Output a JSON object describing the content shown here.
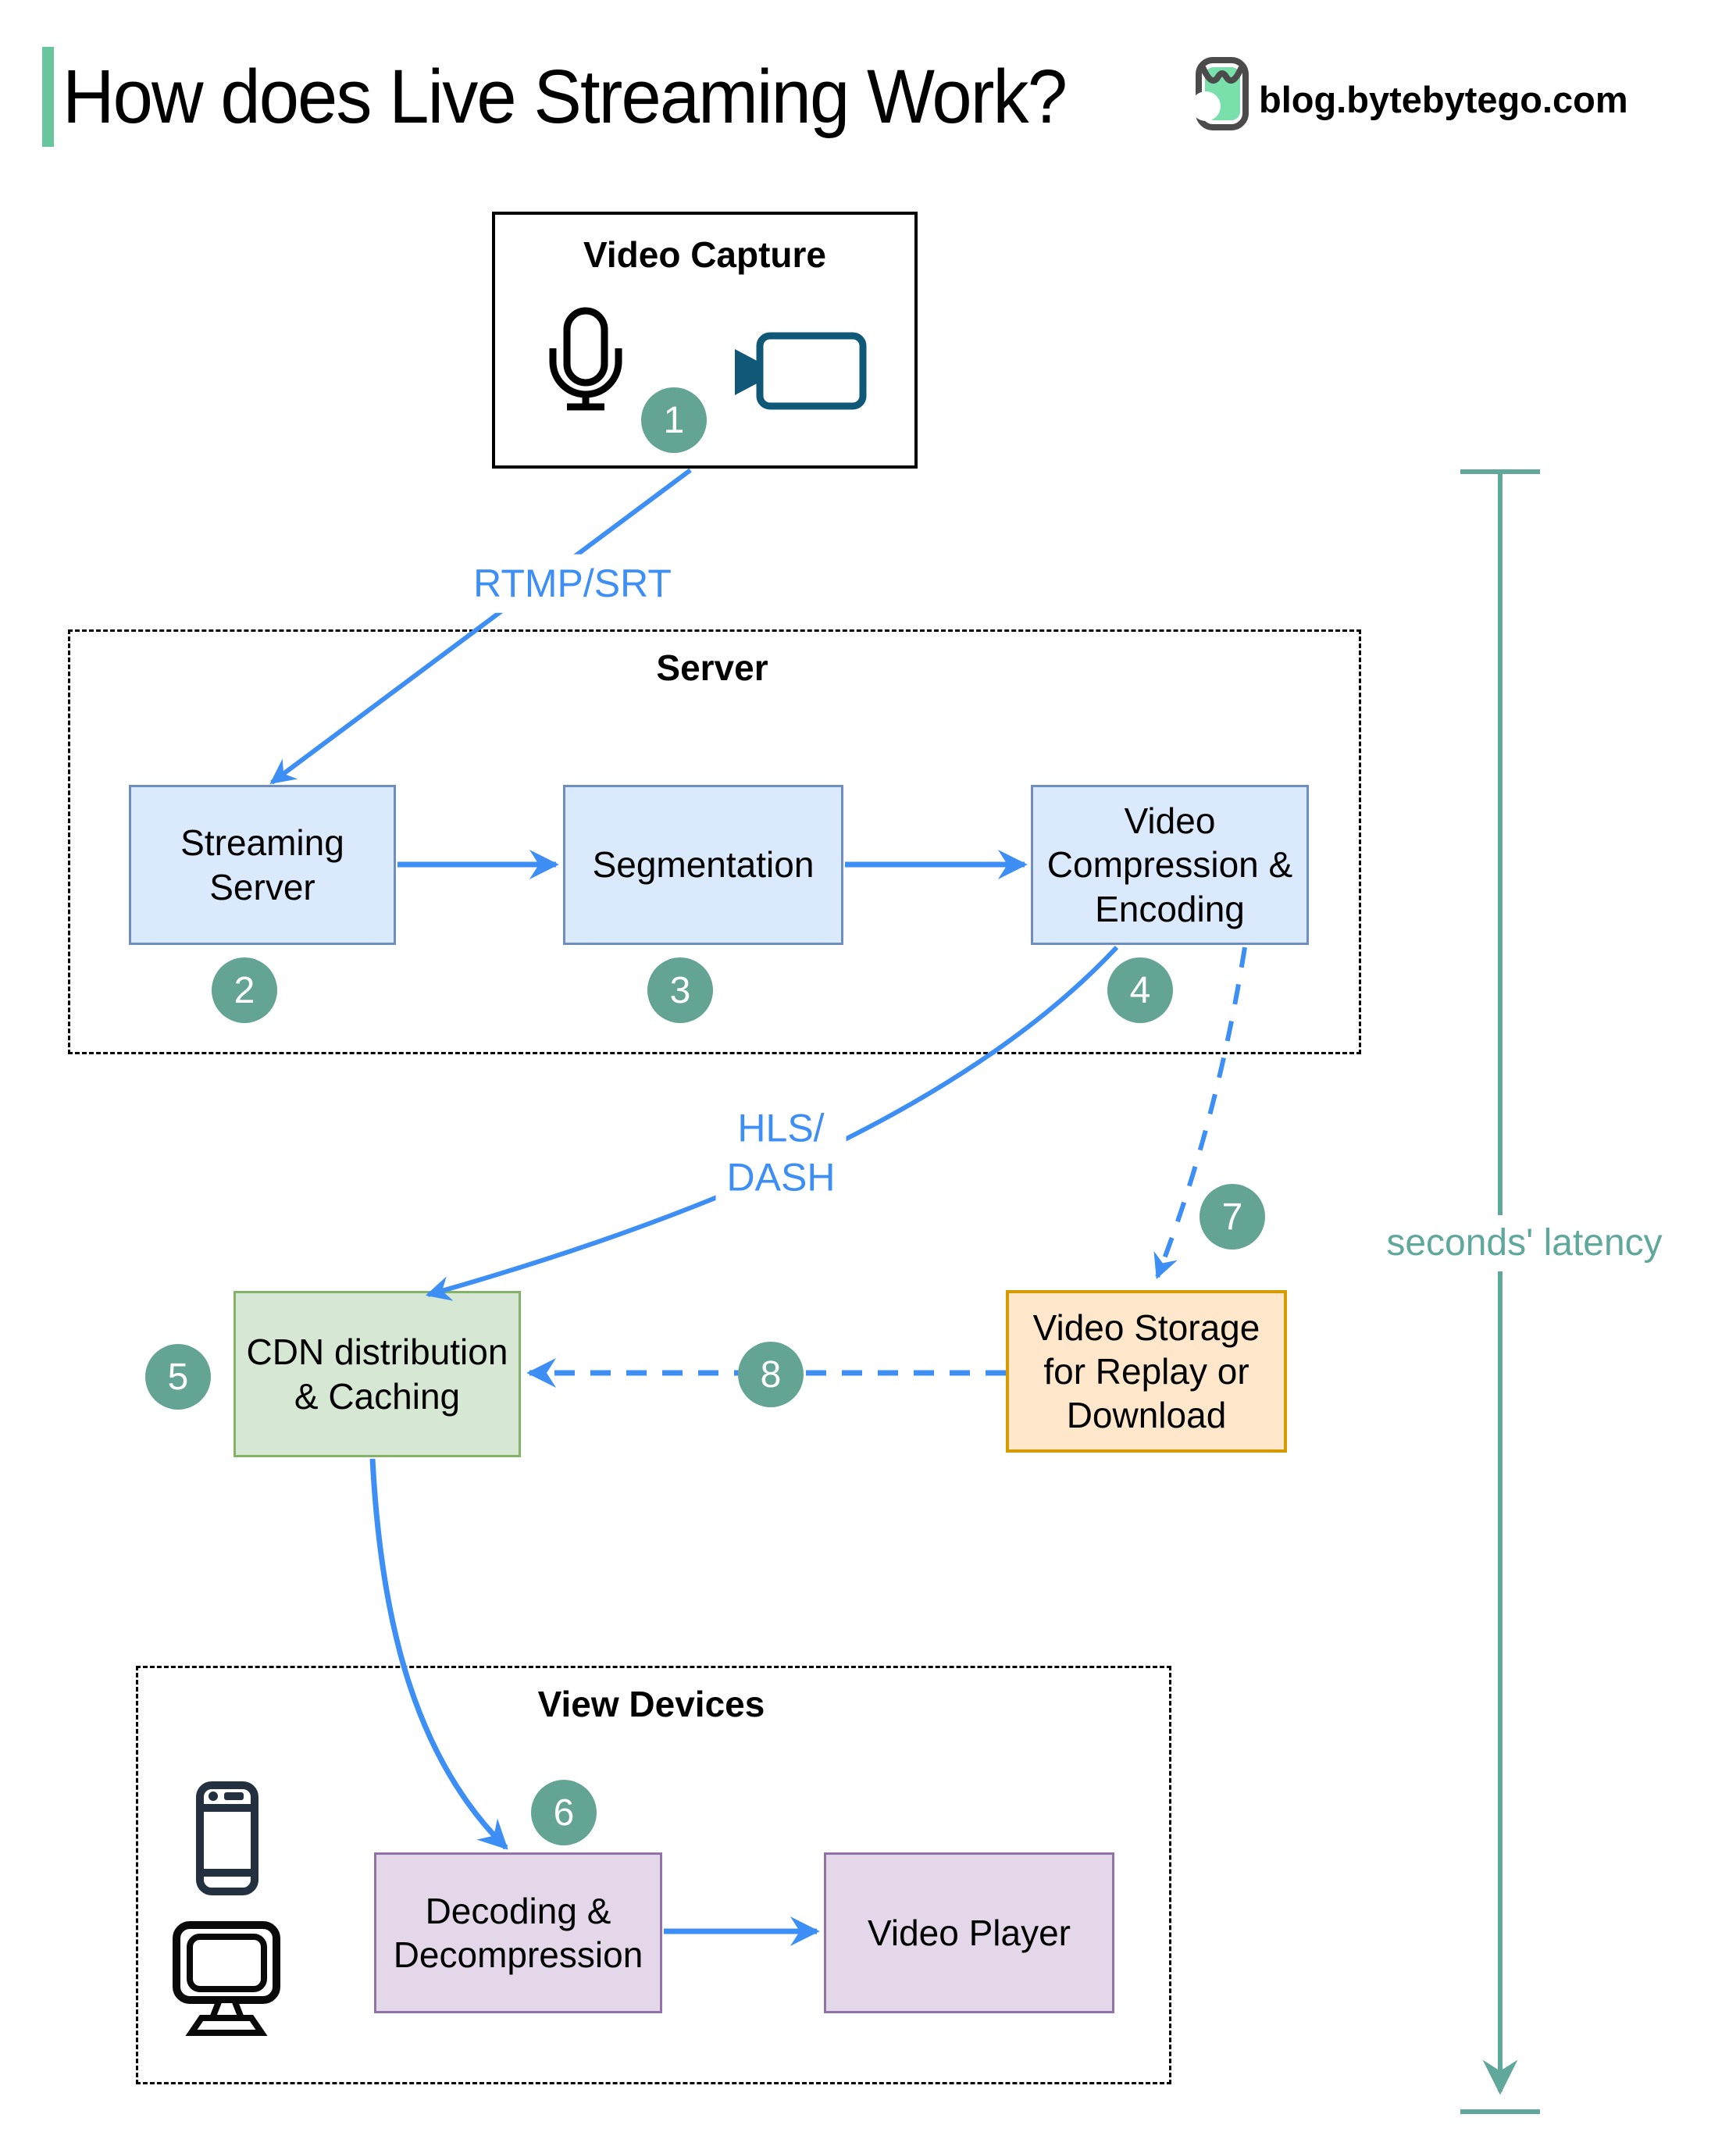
{
  "header": {
    "title": "How does Live Streaming Work?",
    "site": "blog.bytebytego.com"
  },
  "groups": {
    "video_capture": {
      "title": "Video Capture"
    },
    "server": {
      "title": "Server"
    },
    "view_devices": {
      "title": "View Devices"
    }
  },
  "nodes": {
    "streaming_server": {
      "label": "Streaming\nServer"
    },
    "segmentation": {
      "label": "Segmentation"
    },
    "video_compression": {
      "label": "Video\nCompression &\nEncoding"
    },
    "cdn": {
      "label": "CDN distribution\n& Caching"
    },
    "video_storage": {
      "label": "Video Storage\nfor Replay or\nDownload"
    },
    "decoding": {
      "label": "Decoding &\nDecompression"
    },
    "video_player": {
      "label": "Video Player"
    }
  },
  "edge_labels": {
    "ingest_protocol": "RTMP/SRT",
    "delivery_protocol": "HLS/\nDASH"
  },
  "steps": {
    "s1": "1",
    "s2": "2",
    "s3": "3",
    "s4": "4",
    "s5": "5",
    "s6": "6",
    "s7": "7",
    "s8": "8"
  },
  "annotations": {
    "latency": "seconds' latency"
  },
  "colors": {
    "accent_green": "#68c59c",
    "arrow_blue": "#3d8ef5",
    "step_circle_teal": "#64a495",
    "latency_teal": "#5fa89b",
    "node_blue_fill": "#dbe9fc",
    "node_blue_border": "#6e8ebf",
    "node_green_fill": "#d6e8d3",
    "node_green_border": "#84b368",
    "node_orange_fill": "#ffe7cb",
    "node_orange_border": "#d79b00",
    "node_purple_fill": "#e4d7ea",
    "node_purple_border": "#9273a5",
    "camera_icon": "#0f5878",
    "phone_icon": "#22303f",
    "mic_icon": "#000000",
    "monitor_icon": "#0a0a0a"
  }
}
